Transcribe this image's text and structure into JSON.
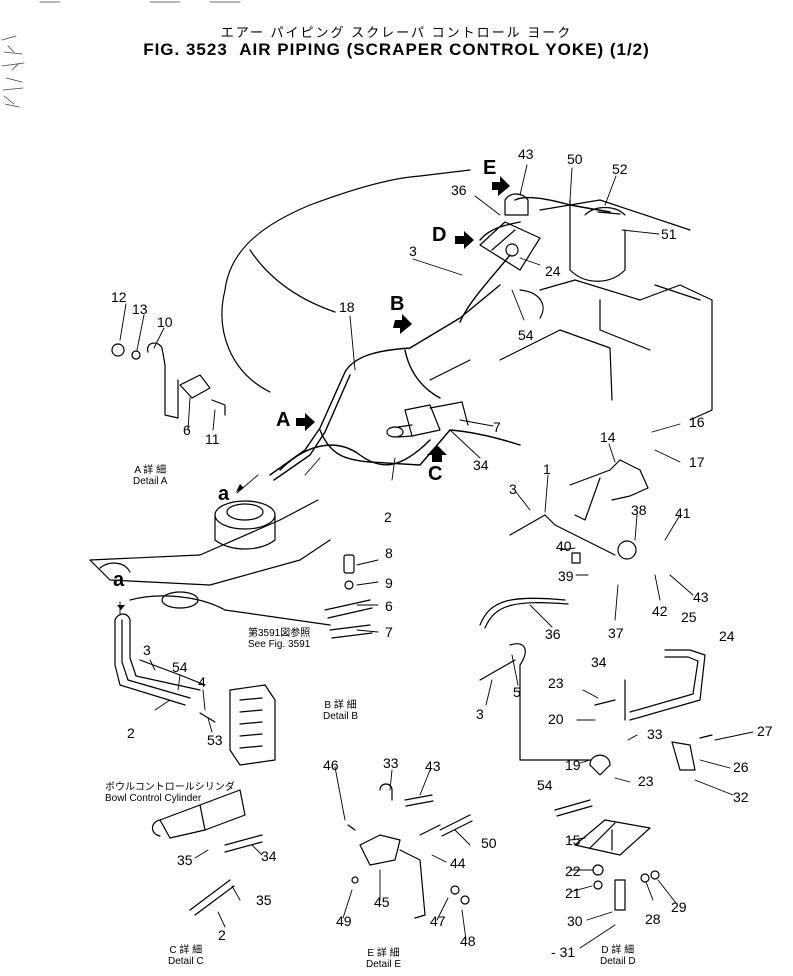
{
  "header": {
    "subtitle_jp": "エアー パイピング スクレーパ コントロール ヨーク",
    "figure": "FIG. 3523",
    "title": "AIR PIPING (SCRAPER CONTROL YOKE) (1/2)"
  },
  "detail_letters": {
    "a1": "a",
    "a2": "a",
    "A": "A",
    "B": "B",
    "C": "C",
    "D": "D",
    "E": "E"
  },
  "captions": {
    "detail_a": {
      "jp": "A 詳 細",
      "en": "Detail A"
    },
    "detail_b": {
      "jp": "B 詳 細",
      "en": "Detail B"
    },
    "detail_c": {
      "jp": "C 詳 細",
      "en": "Detail C"
    },
    "detail_d": {
      "jp": "D 詳 細",
      "en": "Detail D"
    },
    "detail_e": {
      "jp": "E 詳 細",
      "en": "Detail E"
    },
    "see_fig": {
      "jp": "第3591図参照",
      "en": "See Fig. 3591"
    },
    "bowl": {
      "jp": "ボウルコントロールシリンダ",
      "en": "Bowl Control Cylinder"
    }
  },
  "part_numbers": {
    "n1": "1",
    "n2a": "2",
    "n2b": "2",
    "n2c": "2",
    "n3a": "3",
    "n3b": "3",
    "n3c": "3",
    "n3d": "3",
    "n4": "4",
    "n5": "5",
    "n6a": "6",
    "n6b": "6",
    "n7a": "7",
    "n7b": "7",
    "n8": "8",
    "n9": "9",
    "n10": "10",
    "n11": "11",
    "n12": "12",
    "n13": "13",
    "n14": "14",
    "n15": "15",
    "n16": "16",
    "n17": "17",
    "n18": "18",
    "n19": "19",
    "n20": "20",
    "n21": "21",
    "n22": "22",
    "n23a": "23",
    "n23b": "23",
    "n24a": "24",
    "n24b": "24",
    "n25": "25",
    "n26": "26",
    "n27": "27",
    "n28": "28",
    "n29": "29",
    "n30": "30",
    "n31": "31",
    "n32": "32",
    "n33a": "33",
    "n33b": "33",
    "n34a": "34",
    "n34b": "34",
    "n34c": "34",
    "n35a": "35",
    "n35b": "35",
    "n36a": "36",
    "n36b": "36",
    "n37": "37",
    "n38": "38",
    "n39": "39",
    "n40": "40",
    "n41": "41",
    "n42": "42",
    "n43a": "43",
    "n43b": "43",
    "n43c": "43",
    "n44": "44",
    "n45": "45",
    "n46": "46",
    "n47": "47",
    "n48": "48",
    "n49": "49",
    "n50a": "50",
    "n50b": "50",
    "n51": "51",
    "n52": "52",
    "n53": "53",
    "n54a": "54",
    "n54b": "54",
    "n54c": "54"
  }
}
